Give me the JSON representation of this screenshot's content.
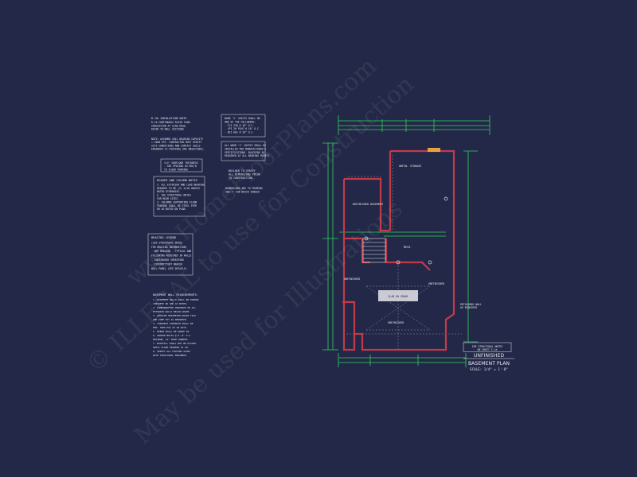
{
  "colors": {
    "background": "#232848",
    "text": "#e6e6ec",
    "wall": "#c23a4a",
    "dimension": "#2fd35a",
    "framing": "#9a9a9a",
    "accent": "#e6a23c"
  },
  "watermark": {
    "line1": "© ILLEGAL to use for Construction",
    "line2": "May be used for Illustrations",
    "line3": "www.HomeFloorPlans.com"
  },
  "notes": {
    "insulation": {
      "title": "R-30 INSULATION NOTE",
      "lines": [
        "R-10 CONTINUOUS RIGID FOAM",
        "INSULATION AT SLAB EDGE,",
        "REFER TO WALL SECTIONS"
      ]
    },
    "soil": {
      "lines": [
        "NOTE: ASSUMED SOIL BEARING CAPACITY",
        "= 2000 PSF. CONTRACTOR MUST VERIFY",
        "SITE CONDITIONS AND CONTACT SOILS",
        "ENGINEER IF FOOTINGS ARE UNSUITABLE."
      ]
    },
    "subfloor": {
      "lines": [
        "3/4\" SUBFLOOR THICKNESS",
        "- SEE SPACING AS REQ'D",
        "TO FLOOR FRAMING"
      ]
    },
    "header": {
      "title": "HEADER AND COLUMN NOTES",
      "lines": [
        "1. ALL EXTERIOR AND LOAD BEARING",
        "HEADERS TO BE (2) 2x10 UNLESS",
        "NOTED OTHERWISE.",
        "2. SEE STRUCTURAL NOTES",
        "FOR BEAM SIZES.",
        "3. COLUMNS SUPPORTING FLOOR",
        "FRAMING SHALL BE STEEL PIPE",
        "OR AS NOTED ON PLAN."
      ]
    },
    "joists": {
      "lines": [
        "WOOD 'I' JOISTS SHALL BE",
        "ONE OF THE FOLLOWING:",
        "- TJI 230 @ 16\" O.C.",
        "- LPI 20 PLUS @ 16\" O.C.",
        "- BCI 60s @ 16\" O.C."
      ]
    },
    "ljoists": {
      "lines": [
        "ALL WOOD 'I' JOISTS SHALL BE",
        "INSTALLED PER MANUFACTURER'S",
        "SPECIFICATIONS. BLOCKING AS",
        "REQUIRED AT ALL BEARING POINTS."
      ]
    },
    "builder": {
      "lines": [
        "BUILDER TO VERIFY",
        "ALL DIMENSIONS PRIOR",
        "TO CONSTRUCTION"
      ]
    },
    "dimensions": {
      "lines": [
        "DIMENSIONS ARE TO FRAMING",
        "ADD 1\" FOR BRICK VENEER"
      ]
    },
    "bracing": {
      "title": "BRACING LEGEND",
      "lines": [
        "(SEE STRUCTURAL NOTES",
        "FOR BRACING INFORMATION)",
        "  - WSP BRACING - TYPICAL AND",
        "  FOLLOWING REQUIRED IN WALLS",
        "  - CONTINUOUS SHEATHING",
        "  - INTERMITTENT BRACED",
        "  WALL PANEL (SEE DETAILS)"
      ]
    },
    "basement": {
      "title": "BASEMENT WALL REQUIREMENTS:",
      "lines": [
        "1. BASEMENT WALLS SHALL BE POURED",
        "CONCRETE OR CMU AS NOTED.",
        "2. DAMPPROOFING REQUIRED ON ALL",
        "EXTERIOR WALLS BELOW GRADE.",
        "3. PROVIDE PERIMETER DRAIN TILE",
        "AND SUMP PIT AS REQUIRED.",
        "4. CONCRETE STRENGTH SHALL BE",
        "MIN. 3000 PSI AT 28 DAYS.",
        "5. REBAR SHALL BE GRADE 60.",
        "6. ANCHOR BOLTS @ 6'-0\" O.C.",
        "MAXIMUM, 12\" FROM CORNERS.",
        "7. BACKFILL SHALL NOT BE PLACED",
        "UNTIL FLOOR FRAMING IS IN.",
        "8. VERIFY ALL FOOTING SIZES",
        "WITH STRUCTURAL ENGINEER."
      ]
    }
  },
  "plan": {
    "rooms": [
      {
        "key": "storage",
        "label": "UNFIN. STORAGE"
      },
      {
        "key": "rec",
        "label": "UNFINISHED BASEMENT"
      },
      {
        "key": "mech",
        "label": "MECH."
      },
      {
        "key": "unfin_w",
        "label": "UNFINISHED"
      },
      {
        "key": "unfin_c",
        "label": "UNFINISHED"
      },
      {
        "key": "unfin_e",
        "label": "UNFINISHED"
      }
    ],
    "callouts": {
      "side": [
        "RETAINING WALL",
        "AS REQUIRED"
      ],
      "center": [
        "SLAB ON GRADE"
      ],
      "see_struct": [
        "SEE STRUCTURAL NOTES",
        "ON SHEET S-1a"
      ]
    },
    "title": {
      "line1": "UNFINISHED",
      "line2": "BASEMENT PLAN",
      "scale": "SCALE: 1/4\" = 1'-0\""
    }
  }
}
